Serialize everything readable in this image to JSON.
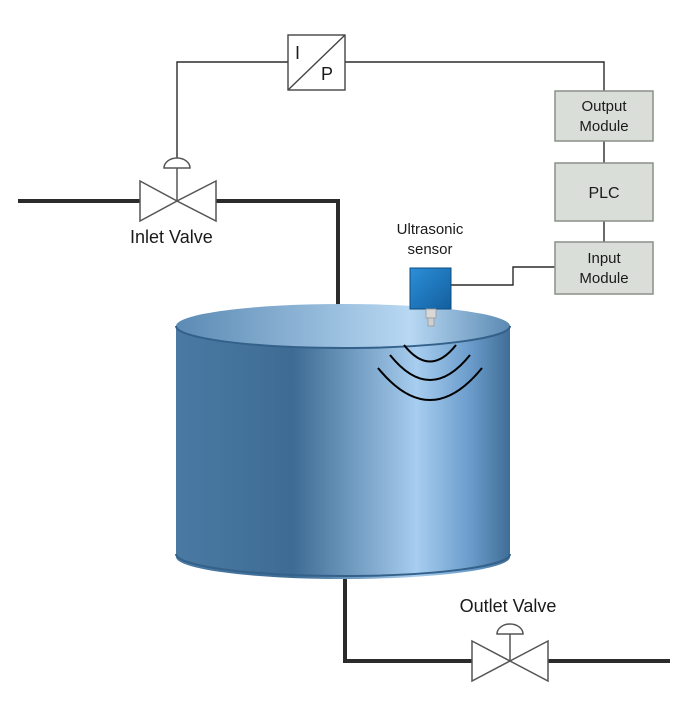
{
  "labels": {
    "ip_top": "I",
    "ip_bottom": "P",
    "output_module_line1": "Output",
    "output_module_line2": "Module",
    "plc": "PLC",
    "input_module_line1": "Input",
    "input_module_line2": "Module",
    "sensor_line1": "Ultrasonic",
    "sensor_line2": "sensor",
    "inlet_valve": "Inlet Valve",
    "outlet_valve": "Outlet Valve"
  },
  "colors": {
    "tank_dark": "#3f6d94",
    "tank_light": "#9cc4e6",
    "module_fill": "#d9dfd8",
    "sensor_blue": "#1f77c0",
    "pipe": "#2b2b2b"
  }
}
